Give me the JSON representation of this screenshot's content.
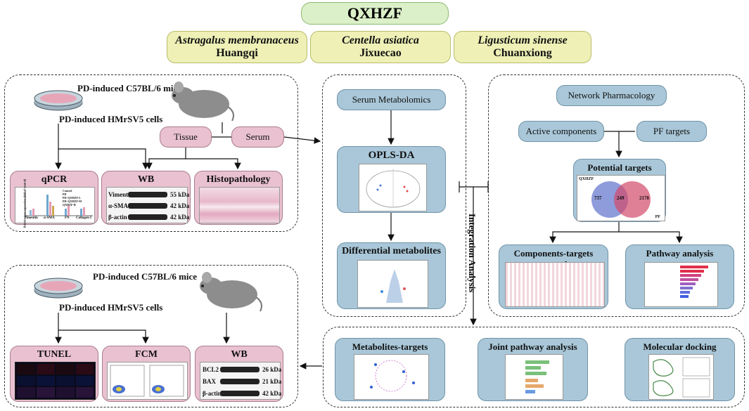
{
  "title": "QXHZF",
  "herbs": [
    {
      "latin": "Astragalus membranaceus",
      "name": "Huangqi"
    },
    {
      "latin": "Centella asiatica",
      "name": "Jixuecao"
    },
    {
      "latin": "Ligusticum sinense",
      "name": "Chuanxiong"
    }
  ],
  "top_left": {
    "mice": "PD-induced C57BL/6 mice",
    "cells": "PD-induced HMrSV5 cells",
    "tissue": "Tissue",
    "serum": "Serum",
    "qpcr": {
      "title": "qPCR",
      "ylabel": "Relative gene expression (fold of control)",
      "legend": [
        "Control",
        "PD",
        "PD+QXHZF-L",
        "PD+QXHZF-M",
        "QXHZF-H"
      ],
      "categories": [
        "Vimentin",
        "α-SMA",
        "FN",
        "Collagen I"
      ]
    },
    "wb": {
      "title": "WB",
      "rows": [
        {
          "protein": "Vimentin",
          "size": "55 kDa"
        },
        {
          "protein": "α-SMA",
          "size": "42 kDa"
        },
        {
          "protein": "β-actin",
          "size": "42 kDa"
        }
      ]
    },
    "histo": "Histopathology"
  },
  "bottom_left": {
    "mice": "PD-induced C57BL/6 mice",
    "cells": "PD-induced HMrSV5 cells",
    "tunel": "TUNEL",
    "fcm": "FCM",
    "wb": {
      "title": "WB",
      "rows": [
        {
          "protein": "BCL2",
          "size": "26 kDa"
        },
        {
          "protein": "BAX",
          "size": "21 kDa"
        },
        {
          "protein": "β-actin",
          "size": "42 kDa"
        }
      ]
    }
  },
  "middle": {
    "serum_metabolomics": "Serum Metabolomics",
    "oplsda": "OPLS-DA",
    "differential": "Differential metabolites"
  },
  "right": {
    "network_pharmacology": "Network Pharmacology",
    "active_components": "Active  components",
    "pf_targets": "PF targets",
    "potential_targets": "Potential targets",
    "venn": {
      "left_label": "QXHZF",
      "right_label": "PF",
      "left_only": "737",
      "overlap": "249",
      "right_only": "2178"
    },
    "components_network": "Components-targets network",
    "pathway_analysis": "Pathway analysis"
  },
  "integration": "Integration Analysis",
  "bottom_right": {
    "metabolites_network": "Metabolites-targets network",
    "joint_pathway": "Joint pathway analysis",
    "docking": "Molecular docking"
  }
}
